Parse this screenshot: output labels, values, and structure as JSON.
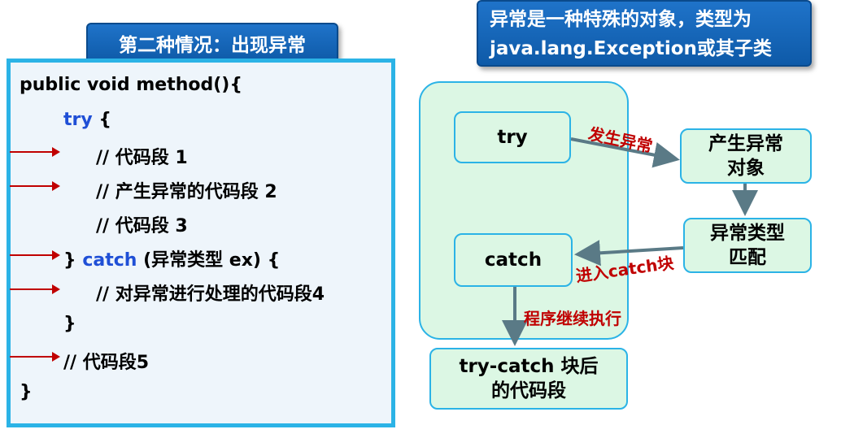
{
  "title": "第二种情况：出现异常",
  "note": {
    "line1": "异常是一种特殊的对象，类型为",
    "line2": "java.lang.Exception或其子类"
  },
  "code": {
    "l1": "public void method(){",
    "l2_kw": "try",
    "l2_rest": " {",
    "l3": "// 代码段 1",
    "l4": "// 产生异常的代码段 2",
    "l5": "// 代码段 3",
    "l6_a": "} ",
    "l6_kw": "catch",
    "l6_rest": " (异常类型 ex) {",
    "l7": "// 对异常进行处理的代码段4",
    "l8": "}",
    "l9": "// 代码段5",
    "l10": "}"
  },
  "diagram": {
    "try_node": "try",
    "catch_node": "catch",
    "exception_node_l1": "产生异常",
    "exception_node_l2": "对象",
    "match_node_l1": "异常类型",
    "match_node_l2": "匹配",
    "after_node_l1": "try-catch 块后",
    "after_node_l2": "的代码段",
    "label_occur": "发生异常",
    "label_enter": "进入catch块",
    "label_continue": "程序继续执行"
  },
  "colors": {
    "accent_blue": "#0e5aa8",
    "panel_border": "#2bb3e6",
    "node_fill": "#dcf7e4",
    "arrow_red": "#c00000",
    "keyword_blue": "#1f4fd6",
    "connector_gray": "#5a7a86"
  }
}
